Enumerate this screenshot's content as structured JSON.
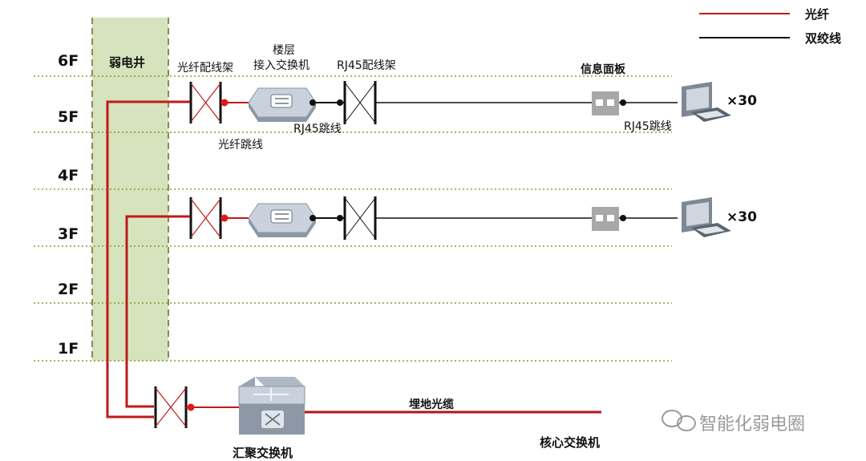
{
  "legend": [
    {
      "label": "光纤",
      "color": "#c01a1a"
    },
    {
      "label": "双绞线",
      "color": "#111111"
    }
  ],
  "shaft_label": "弱电井",
  "floors": [
    "6F",
    "5F",
    "4F",
    "3F",
    "2F",
    "1F"
  ],
  "labels": {
    "fiber_patch_panel": "光纤配线架",
    "floor_switch_line1": "楼层",
    "floor_switch_line2": "接入交换机",
    "rj45_patch_panel": "RJ45配线架",
    "info_panel": "信息面板",
    "fiber_jumper": "光纤跳线",
    "rj45_jumper_switch": "RJ45跳线",
    "rj45_jumper_terminal": "RJ45跳线",
    "count_5f": "×30",
    "count_3f": "×30",
    "buried_cable": "埋地光缆",
    "aggregation_switch": "汇聚交换机",
    "core_switch": "核心交换机"
  },
  "watermark": "智能化弱电圈",
  "colors": {
    "fiber": "#c01a1a",
    "twisted_pair": "#111111",
    "shaft": "#d6e4bd",
    "floor_line": "#8a9a3a"
  }
}
